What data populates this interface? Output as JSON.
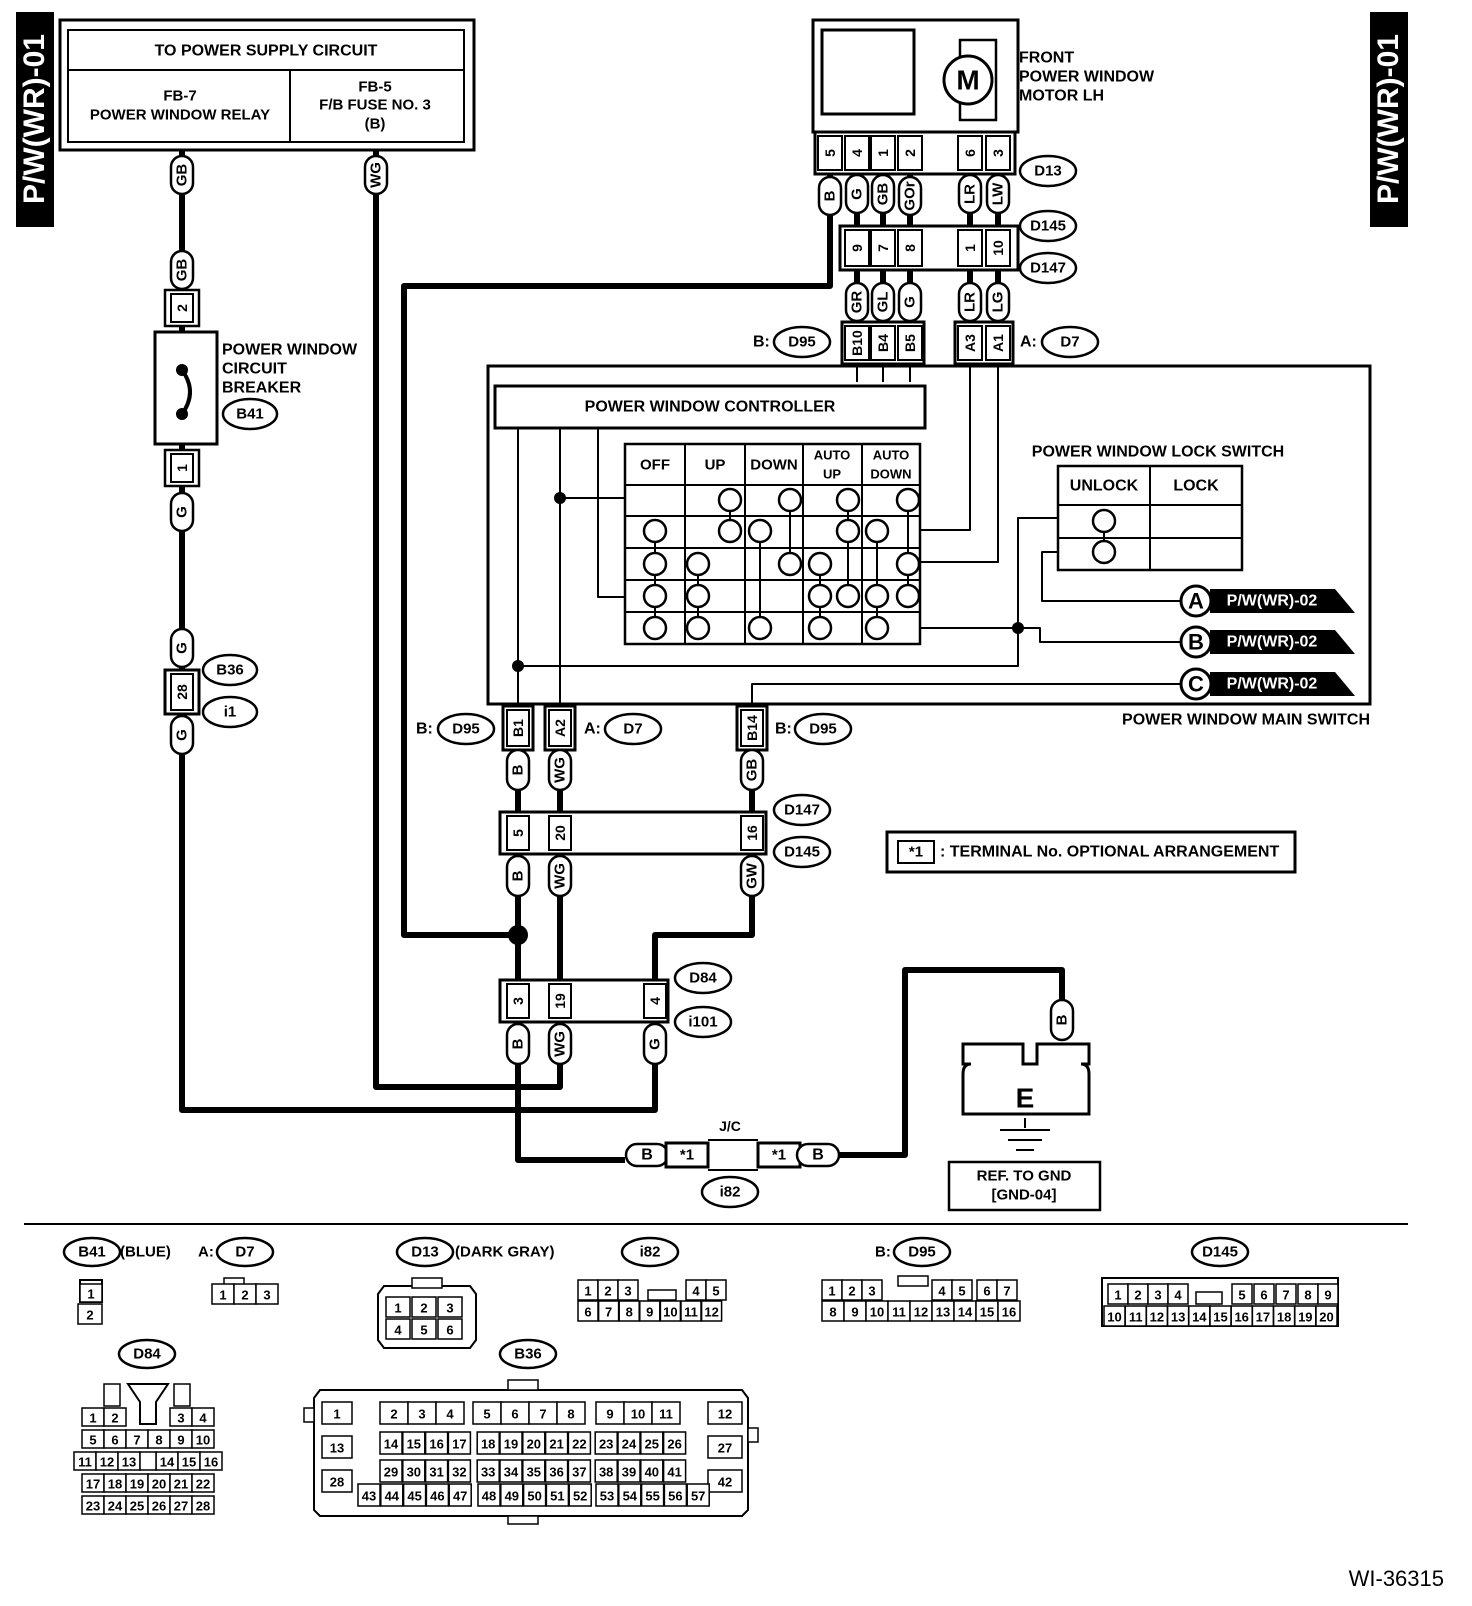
{
  "page_code": "P/W(WR)-01",
  "doc_id": "WI-36315",
  "power_supply": {
    "title": "TO POWER SUPPLY CIRCUIT",
    "relay_id": "FB-7",
    "relay_name": "POWER WINDOW RELAY",
    "fuse_id": "FB-5",
    "fuse_name": "F/B FUSE NO. 3",
    "fuse_sub": "(B)"
  },
  "motor": {
    "line1": "FRONT",
    "line2": "POWER WINDOW",
    "line3": "MOTOR LH",
    "symbol": "M"
  },
  "breaker": {
    "line1": "POWER WINDOW",
    "line2": "CIRCUIT",
    "line3": "BREAKER"
  },
  "controller_label": "POWER WINDOW CONTROLLER",
  "main_switch_label": "POWER WINDOW MAIN SWITCH",
  "lock_switch": {
    "label": "POWER WINDOW LOCK SWITCH",
    "cols": [
      "UNLOCK",
      "LOCK"
    ]
  },
  "switch_table": {
    "cols": [
      "OFF",
      "UP",
      "DOWN",
      "AUTO UP",
      "AUTO DOWN"
    ]
  },
  "references": [
    {
      "letter": "A",
      "text": "P/W(WR)-02"
    },
    {
      "letter": "B",
      "text": "P/W(WR)-02"
    },
    {
      "letter": "C",
      "text": "P/W(WR)-02"
    }
  ],
  "note": {
    "mark": "*1",
    "text": ": TERMINAL No. OPTIONAL ARRANGEMENT"
  },
  "jc_label": "J/C",
  "ground": {
    "symbol": "E",
    "line1": "REF. TO GND",
    "line2": "[GND-04]"
  },
  "prefix": {
    "a": "A:",
    "b": "B:"
  },
  "connectors": {
    "D13": "D13",
    "D145": "D145",
    "D147": "D147",
    "D95": "D95",
    "D7": "D7",
    "B41": "B41",
    "B36": "B36",
    "i1": "i1",
    "D84": "D84",
    "i101": "i101",
    "i82": "i82"
  },
  "d13_pins": [
    "5",
    "4",
    "1",
    "2",
    "6",
    "3"
  ],
  "d13_wires": [
    "B",
    "G",
    "GB",
    "GOr",
    "LR",
    "LW"
  ],
  "d145_pins": [
    "9",
    "7",
    "8",
    "1",
    "10"
  ],
  "d95_top_wires": [
    "GR",
    "GL",
    "G",
    "LR",
    "LG"
  ],
  "d95_top_pins": [
    "B10",
    "B4",
    "B5",
    "A3",
    "A1"
  ],
  "supply_wires": {
    "left": "GB",
    "right": "WG"
  },
  "breaker_pins": {
    "top": "2",
    "bottom": "1",
    "top_wire": "GB",
    "bottom_wire": "G"
  },
  "b36_pin": "28",
  "b36_wires": {
    "top": "G",
    "bottom": "G"
  },
  "ms_bottom_pins": [
    "B1",
    "A2",
    "B14"
  ],
  "ms_bottom_wires": [
    "B",
    "WG",
    "GB"
  ],
  "d147_pins": [
    "5",
    "20",
    "16"
  ],
  "d145_wires": [
    "B",
    "WG",
    "GW"
  ],
  "d84_pins": [
    "3",
    "19",
    "4"
  ],
  "i101_wires": [
    "B",
    "WG",
    "G"
  ],
  "jc_pins": [
    "B",
    "*1",
    "*1",
    "B"
  ],
  "ground_wire": "B",
  "legend": {
    "b41_color": "(BLUE)",
    "d13_color": "(DARK GRAY)",
    "b41_pins": [
      "1",
      "2"
    ],
    "d7_pins": [
      "1",
      "2",
      "3"
    ],
    "d13_pins": [
      [
        "1",
        "2",
        "3"
      ],
      [
        "4",
        "5",
        "6"
      ]
    ],
    "i82_pins": [
      [
        "1",
        "2",
        "3",
        "4",
        "5"
      ],
      [
        "6",
        "7",
        "8",
        "9",
        "10",
        "11",
        "12"
      ]
    ],
    "d95_pins": [
      [
        "1",
        "2",
        "3",
        "4",
        "5",
        "6",
        "7"
      ],
      [
        "8",
        "9",
        "10",
        "11",
        "12",
        "13",
        "14",
        "15",
        "16"
      ]
    ],
    "d145_pins": [
      [
        "1",
        "2",
        "3",
        "4",
        "5",
        "6",
        "7",
        "8",
        "9"
      ],
      [
        "10",
        "11",
        "12",
        "13",
        "14",
        "15",
        "16",
        "17",
        "18",
        "19",
        "20"
      ]
    ],
    "d84_pins": [
      [
        "1",
        "2",
        "3",
        "4"
      ],
      [
        "5",
        "6",
        "7",
        "8",
        "9",
        "10"
      ],
      [
        "11",
        "12",
        "13",
        "14",
        "15",
        "16"
      ],
      [
        "17",
        "18",
        "19",
        "20",
        "21",
        "22"
      ],
      [
        "23",
        "24",
        "25",
        "26",
        "27",
        "28"
      ]
    ],
    "b36_pins": [
      [
        "1",
        "2",
        "3",
        "4",
        "5",
        "6",
        "7",
        "8",
        "9",
        "10",
        "11",
        "12"
      ],
      [
        "13",
        "14",
        "15",
        "16",
        "17",
        "18",
        "19",
        "20",
        "21",
        "22",
        "23",
        "24",
        "25",
        "26",
        "27"
      ],
      [
        "28",
        "29",
        "30",
        "31",
        "32",
        "33",
        "34",
        "35",
        "36",
        "37",
        "38",
        "39",
        "40",
        "41",
        "42"
      ],
      [
        "43",
        "44",
        "45",
        "46",
        "47",
        "48",
        "49",
        "50",
        "51",
        "52",
        "53",
        "54",
        "55",
        "56",
        "57"
      ]
    ]
  }
}
